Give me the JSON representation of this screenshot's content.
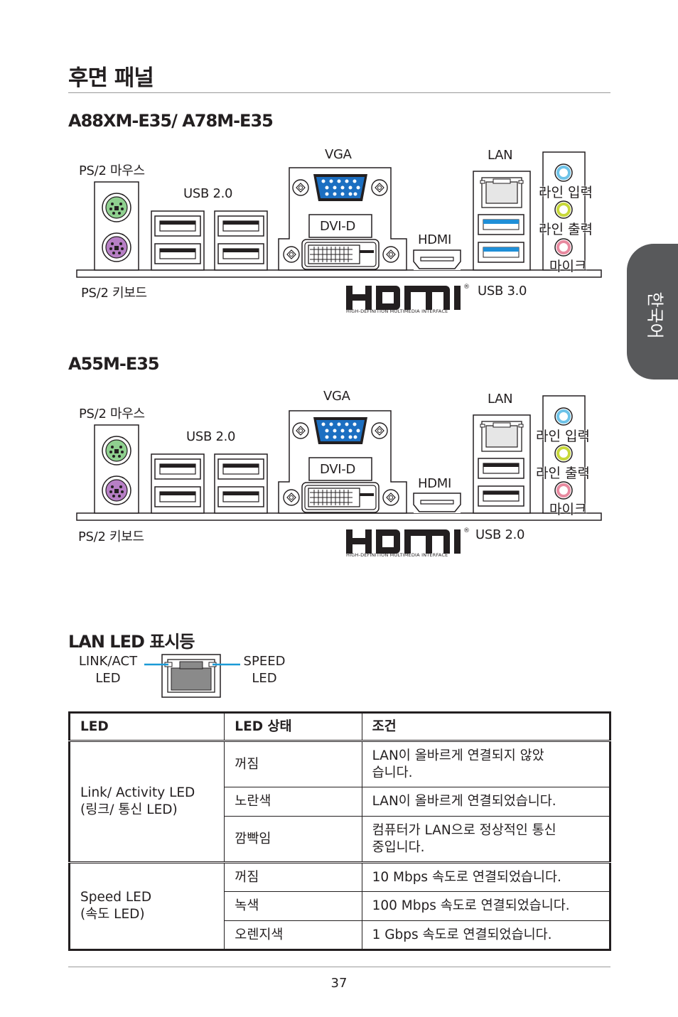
{
  "page_title": "후면 패널",
  "side_tab": "한국어",
  "section1": {
    "title": "A88XM-E35/ A78M-E35",
    "labels": {
      "ps2_mouse": "PS/2 마우스",
      "usb20": "USB 2.0",
      "vga": "VGA",
      "dvid": "DVI-D",
      "hdmi": "HDMI",
      "lan": "LAN",
      "line_in": "라인 입력",
      "line_out": "라인 출력",
      "mic": "마이크",
      "ps2_keyboard": "PS/2 키보드",
      "usb_bottom": "USB 3.0"
    }
  },
  "section2": {
    "title": "A55M-E35",
    "labels": {
      "ps2_mouse": "PS/2 마우스",
      "usb20": "USB 2.0",
      "vga": "VGA",
      "dvid": "DVI-D",
      "hdmi": "HDMI",
      "lan": "LAN",
      "line_in": "라인 입력",
      "line_out": "라인 출력",
      "mic": "마이크",
      "ps2_keyboard": "PS/2 키보드",
      "usb_bottom": "USB 2.0"
    }
  },
  "hdmi_logo": {
    "text": "HDMI",
    "tagline": "HIGH-DEFINITION MULTIMEDIA INTERFACE",
    "reg": "®"
  },
  "lan_led": {
    "title": "LAN LED 표시등",
    "left_label_1": "LINK/ACT",
    "left_label_2": "LED",
    "right_label_1": "SPEED",
    "right_label_2": "LED"
  },
  "table": {
    "headers": [
      "LED",
      "LED 상태",
      "조건"
    ],
    "link_led_1": "Link/ Activity LED",
    "link_led_2": "(링크/ 통신 LED)",
    "speed_led_1": "Speed LED",
    "speed_led_2": "(속도 LED)",
    "rows": [
      {
        "state": "꺼짐",
        "cond_1": "LAN이 올바르게 연결되지 않았",
        "cond_2": "습니다."
      },
      {
        "state": "노란색",
        "cond_1": "LAN이 올바르게 연결되었습니다.",
        "cond_2": ""
      },
      {
        "state": "깜빡임",
        "cond_1": "컴퓨터가 LAN으로 정상적인 통신",
        "cond_2": "중입니다."
      },
      {
        "state": "꺼짐",
        "cond_1": "10 Mbps 속도로 연결되었습니다.",
        "cond_2": ""
      },
      {
        "state": "녹색",
        "cond_1": "100 Mbps 속도로 연결되었습니다.",
        "cond_2": ""
      },
      {
        "state": "오렌지색",
        "cond_1": "1 Gbps 속도로 연결되었습니다.",
        "cond_2": ""
      }
    ]
  },
  "page_number": "37",
  "colors": {
    "vga_blue": "#1c6fc1",
    "usb3_blue": "#1f8fd8",
    "ps2_mouse_green": "#8fd08f",
    "ps2_kb_purple": "#b77fc5",
    "line_in_blue": "#6ec3e8",
    "line_out_green": "#c8d83a",
    "mic_pink": "#e88aa0",
    "led_line_blue": "#1a9ad6",
    "side_tab_gray": "#58595b"
  }
}
